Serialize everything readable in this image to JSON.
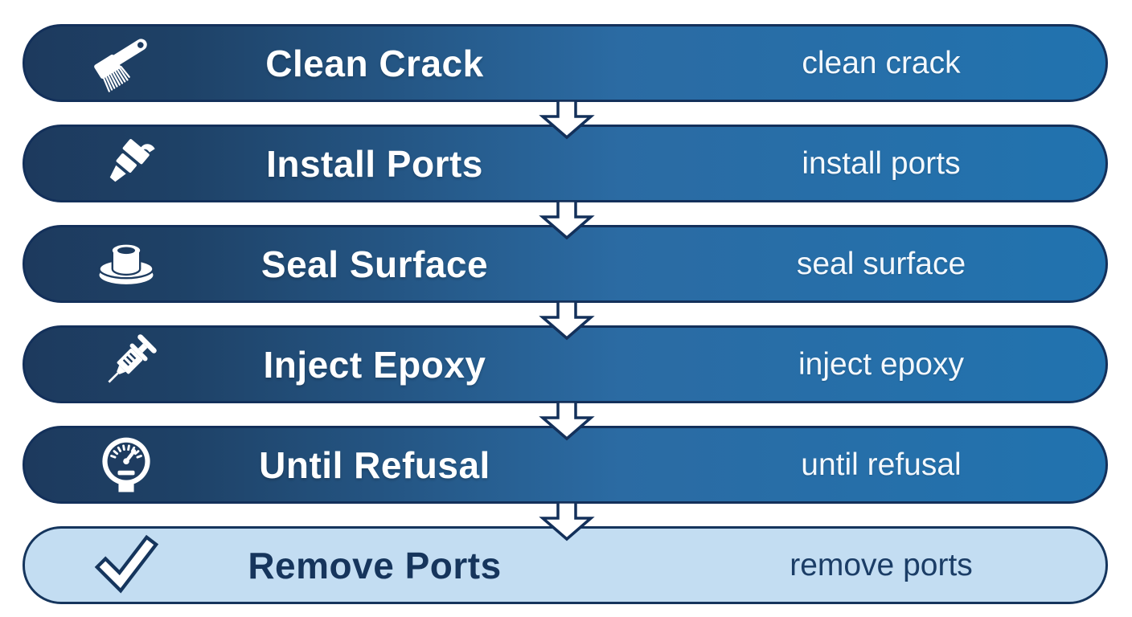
{
  "colors": {
    "navy_outline": "#13305a",
    "bar_gradient_start": "#1d3a5e",
    "bar_gradient_end": "#2173af",
    "light_bar_bg": "#c3ddf2",
    "text_on_dark": "#ffffff",
    "text_on_light": "#16355c",
    "arrow_fill": "#ffffff"
  },
  "steps": [
    {
      "icon": "brush-icon",
      "title": "Clean Crack",
      "note": "clean crack",
      "variant": "dark"
    },
    {
      "icon": "port-icon",
      "title": "Install Ports",
      "note": "install ports",
      "variant": "dark"
    },
    {
      "icon": "seal-icon",
      "title": "Seal Surface",
      "note": "seal surface",
      "variant": "dark"
    },
    {
      "icon": "syringe-icon",
      "title": "Inject Epoxy",
      "note": "inject epoxy",
      "variant": "dark"
    },
    {
      "icon": "gauge-icon",
      "title": "Until Refusal",
      "note": "until refusal",
      "variant": "dark"
    },
    {
      "icon": "check-icon",
      "title": "Remove Ports",
      "note": "remove ports",
      "variant": "light"
    }
  ]
}
